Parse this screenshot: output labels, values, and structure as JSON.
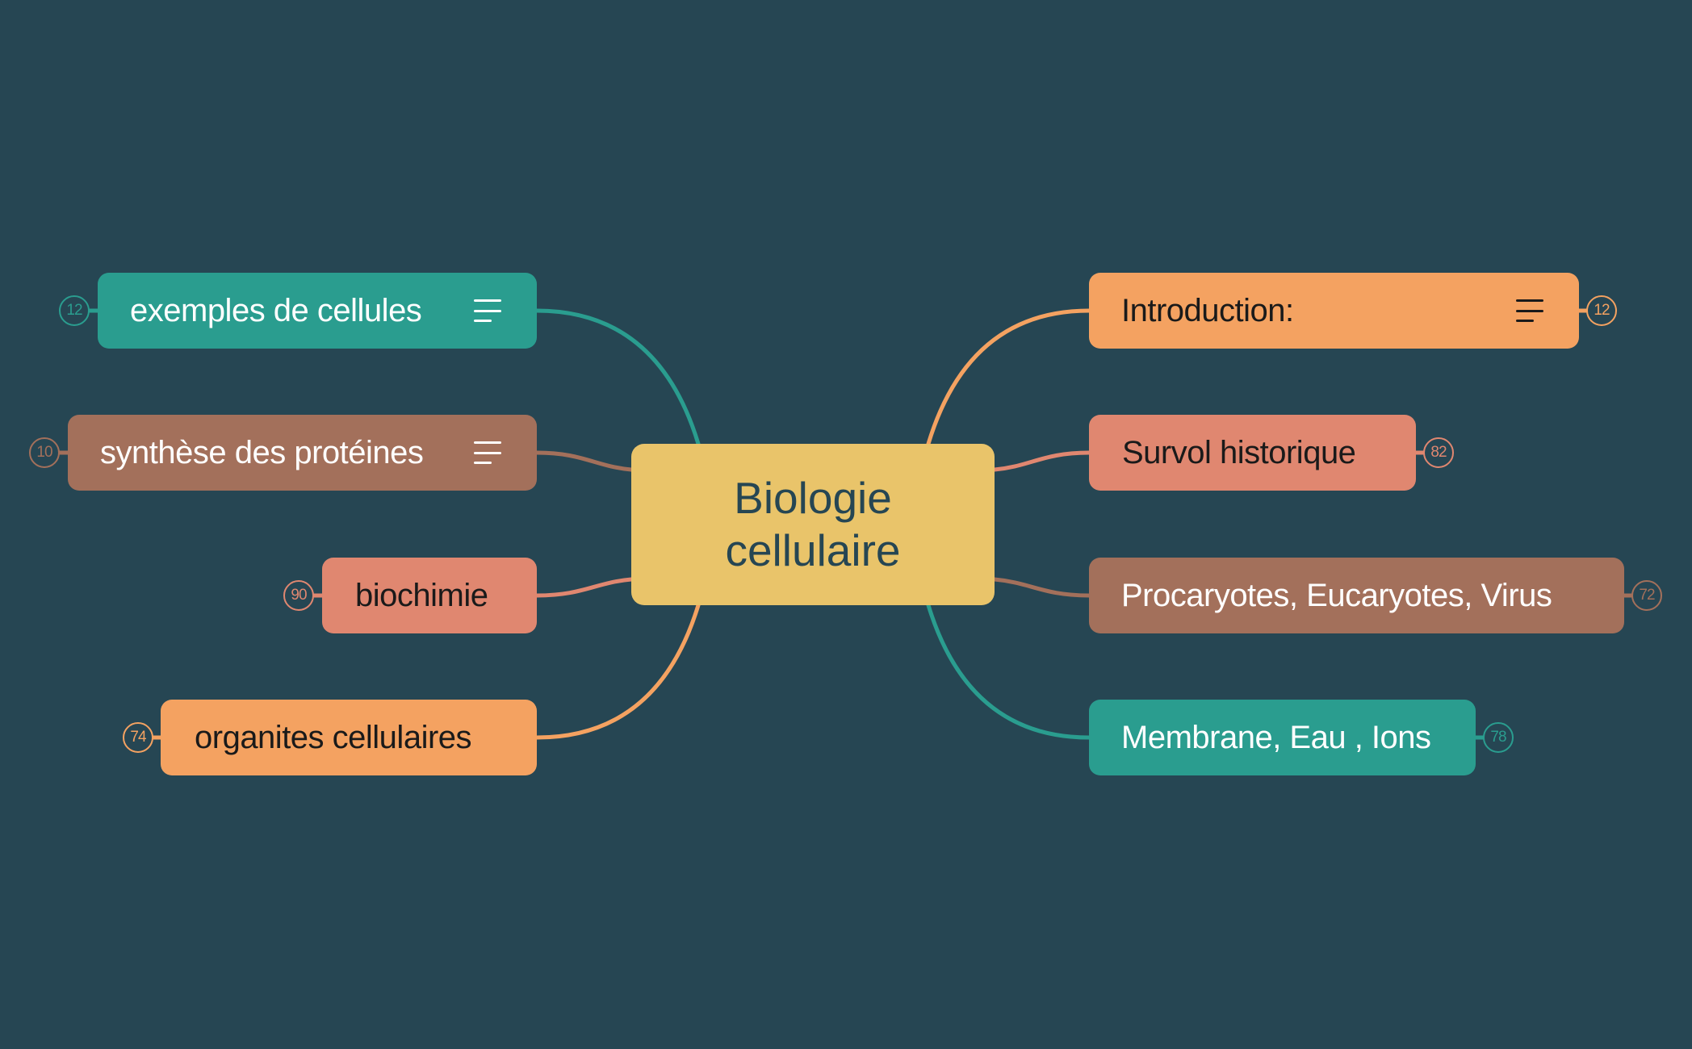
{
  "colors": {
    "background": "#264653",
    "root": "#E9C46A",
    "teal": "#2A9D8F",
    "orange": "#F4A261",
    "salmon": "#E08770",
    "brown": "#A3705B",
    "dark_text": "#1A1A1A",
    "light_text": "#FFFFFF"
  },
  "root": {
    "label": "Biologie\ncellulaire"
  },
  "branches": {
    "left": [
      {
        "label": "exemples de cellules",
        "count": "12",
        "has_notes": true,
        "color": "#2A9D8F",
        "text_color": "#FFFFFF",
        "icon": "notes-icon"
      },
      {
        "label": "synthèse des protéines",
        "count": "10",
        "has_notes": true,
        "color": "#A3705B",
        "text_color": "#FFFFFF",
        "icon": "notes-icon"
      },
      {
        "label": "biochimie",
        "count": "90",
        "has_notes": false,
        "color": "#E08770",
        "text_color": "#1A1A1A"
      },
      {
        "label": "organites cellulaires",
        "count": "74",
        "has_notes": false,
        "color": "#F4A261",
        "text_color": "#1A1A1A"
      }
    ],
    "right": [
      {
        "label": "Introduction:",
        "count": "12",
        "has_notes": true,
        "color": "#F4A261",
        "text_color": "#1A1A1A",
        "icon": "notes-icon"
      },
      {
        "label": "Survol historique",
        "count": "82",
        "has_notes": false,
        "color": "#E08770",
        "text_color": "#1A1A1A"
      },
      {
        "label": "Procaryotes, Eucaryotes, Virus",
        "count": "72",
        "has_notes": false,
        "color": "#A3705B",
        "text_color": "#FFFFFF"
      },
      {
        "label": "Membrane, Eau , Ions",
        "count": "78",
        "has_notes": false,
        "color": "#2A9D8F",
        "text_color": "#FFFFFF"
      }
    ]
  }
}
